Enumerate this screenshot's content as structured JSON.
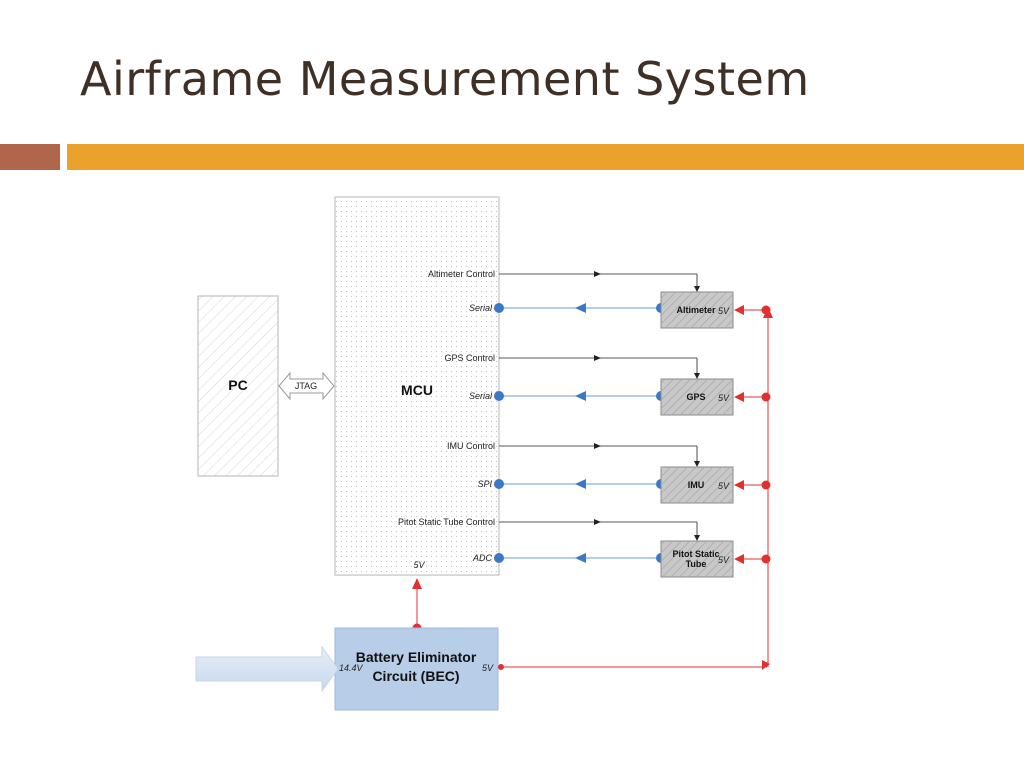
{
  "slide": {
    "title": "Airframe Measurement System"
  },
  "diagram": {
    "pc_label": "PC",
    "jtag_label": "JTAG",
    "mcu_label": "MCU",
    "mcu_power_label": "5V",
    "bec_label_line1": "Battery Eliminator",
    "bec_label_line2": "Circuit (BEC)",
    "bec_input_label": "14.4V",
    "bec_output_label": "5V",
    "channels": [
      {
        "control": "Altimeter Control",
        "signal": "Serial",
        "module_lines": [
          "Altimeter"
        ],
        "power": "5V"
      },
      {
        "control": "GPS Control",
        "signal": "Serial",
        "module_lines": [
          "GPS"
        ],
        "power": "5V"
      },
      {
        "control": "IMU Control",
        "signal": "SPI",
        "module_lines": [
          "IMU"
        ],
        "power": "5V"
      },
      {
        "control": "Pitot Static Tube Control",
        "signal": "ADC",
        "module_lines": [
          "Pitot Static",
          "Tube"
        ],
        "power": "5V"
      }
    ],
    "colors": {
      "signal_dot": "#3a78c9",
      "power_line": "#e03030",
      "bec_fill": "#b8cde8",
      "module_fill": "#c8c8c8"
    }
  }
}
